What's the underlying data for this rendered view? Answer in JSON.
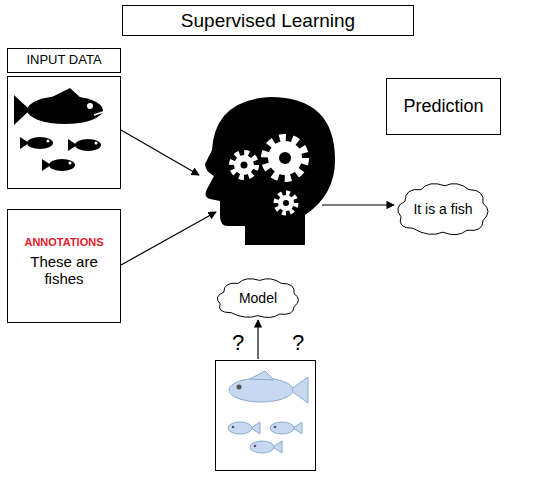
{
  "diagram": {
    "title": "Supervised Learning",
    "nodes": [
      {
        "text": [
          "INPUT DATA"
        ]
      },
      {
        "text": [
          "Prediction"
        ]
      },
      {
        "text": [
          "It is a fish"
        ]
      },
      {
        "text": [
          "ANNOTATIONS",
          "These are fishes"
        ]
      },
      {
        "text": [
          "Model"
        ]
      }
    ],
    "labels": [
      "?",
      "?"
    ]
  }
}
